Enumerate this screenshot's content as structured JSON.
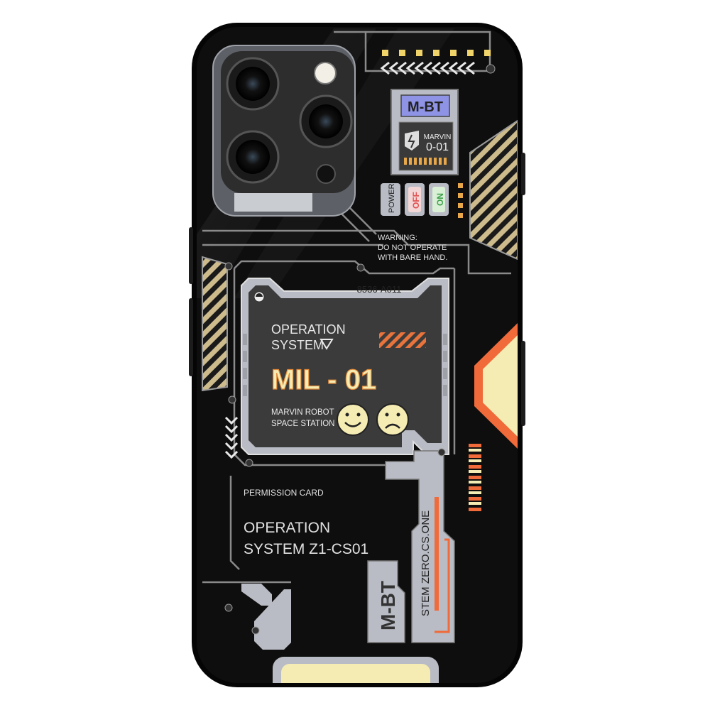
{
  "product": {
    "type": "phone case",
    "colors": {
      "body": "#0b0b0b",
      "panel_grey": "#b9bcc4",
      "screen": "#3b3b3b",
      "cream": "#f5ecb3",
      "orange": "#f06a3a",
      "label_blue": "#8e93e6",
      "stripe_tan": "#cdbb8c"
    }
  },
  "module": {
    "label": "M-BT",
    "brand": "MARVIN",
    "code": "0-01"
  },
  "switches": {
    "power": "POWER",
    "off": "OFF",
    "on": "ON"
  },
  "warning": {
    "line1": "WARNING:",
    "line2": "DO NOT OPERATE",
    "line3": "WITH BARE HAND."
  },
  "screen": {
    "serial": "8536-A011",
    "os_line1": "OPERATION",
    "os_line2": "SYSTEM",
    "model": "MIL - 01",
    "sub_line1": "MARVIN ROBOT",
    "sub_line2": "SPACE STATION",
    "icons": [
      "smiley-face-icon",
      "sad-face-icon"
    ]
  },
  "card": {
    "permission": "PERMISSION CARD",
    "line1": "OPERATION",
    "line2": "SYSTEM Z1-CS01"
  },
  "side_text": {
    "vertical_left": "M-BT",
    "vertical_right": "STEM ZERO.CS.ONE"
  }
}
